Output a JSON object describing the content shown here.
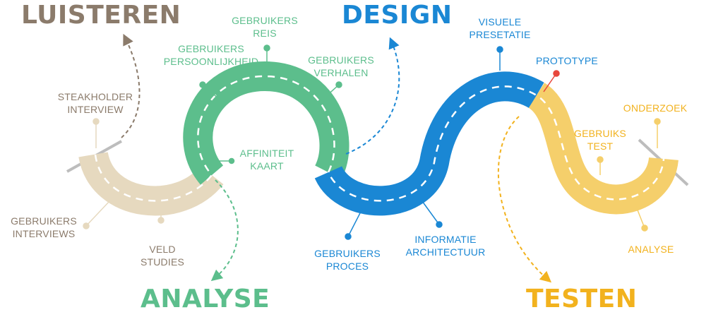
{
  "phases": {
    "luisteren": {
      "title": "LUISTEREN",
      "color": "#8b7b6b"
    },
    "analyse": {
      "title": "ANALYSE",
      "color": "#5cbe8c"
    },
    "design": {
      "title": "DESIGN",
      "color": "#1a87d4"
    },
    "testen": {
      "title": "TESTEN",
      "color": "#f2b21e"
    }
  },
  "labels": {
    "steakholder_interview": "STEAKHOLDER\nINTERVIEW",
    "gebruikers_interviews": "GEBRUIKERS\nINTERVIEWS",
    "veld_studies": "VELD\nSTUDIES",
    "gebruikers_persoonlijkheid": "GEBRUIKERS\nPERSOONLIJKHEID",
    "gebruikers_reis": "GEBRUIKERS\nREIS",
    "affiniteit_kaart": "AFFINITEIT\nKAART",
    "gebruikers_verhalen": "GEBRUIKERS\nVERHALEN",
    "gebruikers_proces": "GEBRUIKERS\nPROCES",
    "informatie_architectuur": "INFORMATIE\nARCHITECTUUR",
    "visuele_presetatie": "VISUELE\nPRESETATIE",
    "prototype": "PROTOTYPE",
    "gebruiks_test": "GEBRUIKS\nTEST",
    "onderzoek": "ONDERZOEK",
    "analyse_small": "ANALYSE"
  },
  "colors": {
    "road_beige": "#e6d9bf",
    "road_green": "#5cbe8c",
    "road_blue": "#1a87d4",
    "road_yellow": "#f5cf6b",
    "dot_beige": "#e6d9bf",
    "dot_red": "#e8473c",
    "dash": "#ffffff",
    "shadow": "#d8d8d8"
  }
}
